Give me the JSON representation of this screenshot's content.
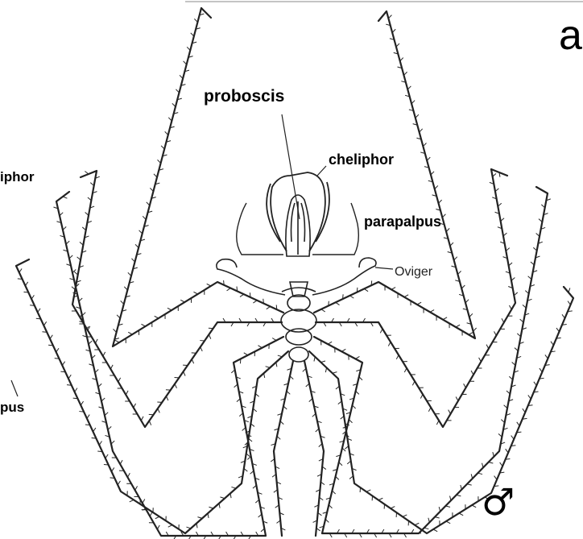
{
  "diagram": {
    "title_fragment": "a",
    "labels": {
      "proboscis": "proboscis",
      "cheliphor": "cheliphor",
      "cheliphor_left": "iphor",
      "parapalpus": "parapalpus",
      "oviger": "Oviger",
      "left_pus": "pus"
    },
    "sex_symbol": "♂",
    "colors": {
      "ink": "#222222",
      "background": "#ffffff"
    }
  }
}
